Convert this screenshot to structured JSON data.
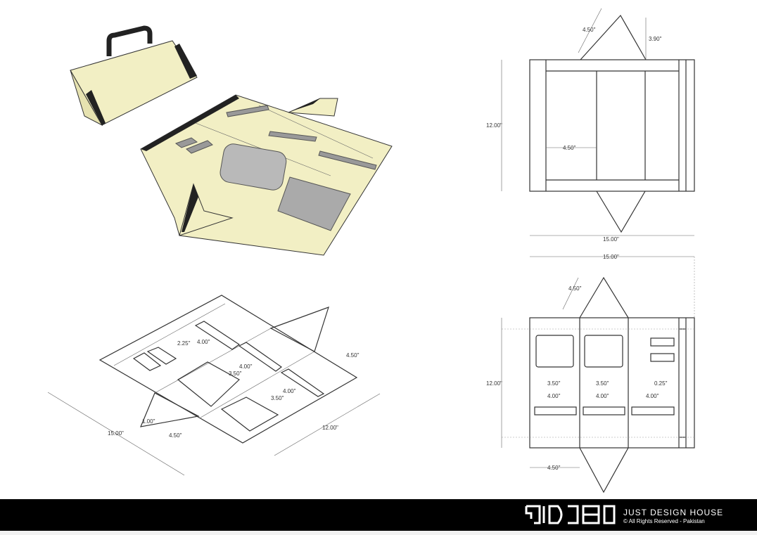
{
  "top_right_view": {
    "tri_side": "4.50\"",
    "tri_height": "3.90\"",
    "height": "12.00\"",
    "panel_width": "4.50\"",
    "width": "15.00\""
  },
  "bottom_right_view": {
    "width": "15.00\"",
    "tri_side": "4.50\"",
    "height": "12.00\"",
    "window1": "3.50\"",
    "window2": "3.50\"",
    "slot_gap": "0.25\"",
    "bar1": "4.00\"",
    "bar2": "4.00\"",
    "bar3": "4.00\"",
    "panel_width": "4.50\""
  },
  "isometric_view": {
    "d1": "2.25\"",
    "d2": "4.00\"",
    "d3": "4.00\"",
    "d4": "3.50\"",
    "d5": "4.00\"",
    "d6": "3.50\"",
    "d7": "4.50\"",
    "d8": "1.00\"",
    "d9": "4.50\"",
    "length": "15.00\"",
    "depth": "12.00\""
  },
  "colors": {
    "board": "#f2efc4",
    "dark": "#222222",
    "tray": "#b9b9b9"
  },
  "footer": {
    "logo_text": "JDH",
    "brand": "JUST DESIGN HOUSE",
    "rights": "© All Rights Reserved - Pakistan"
  }
}
